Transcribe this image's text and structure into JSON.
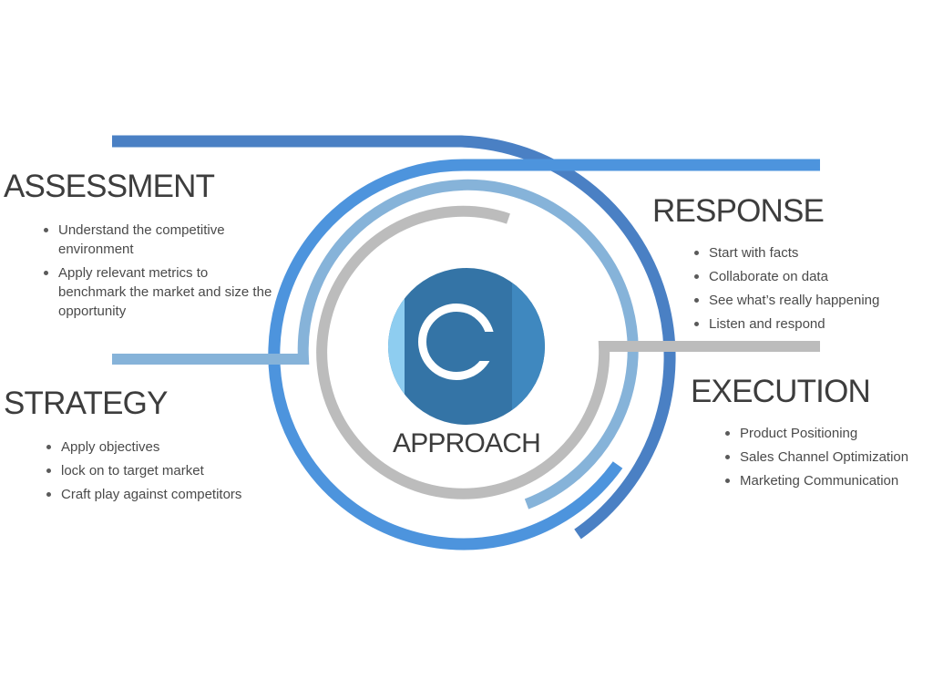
{
  "sections": {
    "assessment": {
      "title": "ASSESSMENT",
      "items": [
        "Understand the competitive environment",
        "Apply relevant metrics to benchmark the market and size the opportunity"
      ]
    },
    "strategy": {
      "title": "STRATEGY",
      "items": [
        "Apply objectives",
        "lock on to target market",
        "Craft play against competitors"
      ]
    },
    "response": {
      "title": "RESPONSE",
      "items": [
        "Start with facts",
        "Collaborate on data",
        "See what’s really happening",
        "Listen and respond"
      ]
    },
    "execution": {
      "title": "EXECUTION",
      "items": [
        "Product Positioning",
        "Sales Channel Optimization",
        "Marketing Communication"
      ]
    }
  },
  "center": {
    "logo_icon": "c-logo-icon",
    "label": "APPROACH"
  },
  "colors": {
    "dark_blue": "#4a80c4",
    "mid_blue": "#4d94dd",
    "light_blue": "#86b3d9",
    "gray": "#bcbcbc",
    "text": "#3d3d3d"
  }
}
